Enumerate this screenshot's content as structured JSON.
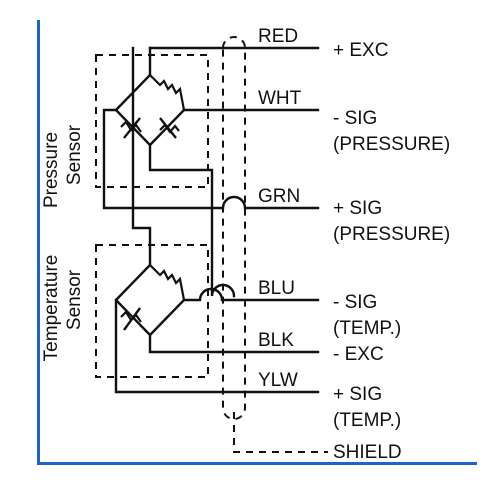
{
  "sensors": {
    "pressure": {
      "line1": "Pressure",
      "line2": "Sensor"
    },
    "temperature": {
      "line1": "Temperature",
      "line2": "Sensor"
    }
  },
  "wires": {
    "red": {
      "color_label": "RED",
      "signal": "+ EXC",
      "signal2": ""
    },
    "wht": {
      "color_label": "WHT",
      "signal": "- SIG",
      "signal2": "(PRESSURE)"
    },
    "grn": {
      "color_label": "GRN",
      "signal": "+ SIG",
      "signal2": "(PRESSURE)"
    },
    "blu": {
      "color_label": "BLU",
      "signal": "- SIG",
      "signal2": "(TEMP.)"
    },
    "blk": {
      "color_label": "BLK",
      "signal": "- EXC",
      "signal2": ""
    },
    "ylw": {
      "color_label": "YLW",
      "signal": "+ SIG",
      "signal2": "(TEMP.)"
    },
    "shield": {
      "signal": "SHIELD"
    }
  },
  "colors": {
    "line": "#111111",
    "frame_accent": "#1c64c8"
  }
}
